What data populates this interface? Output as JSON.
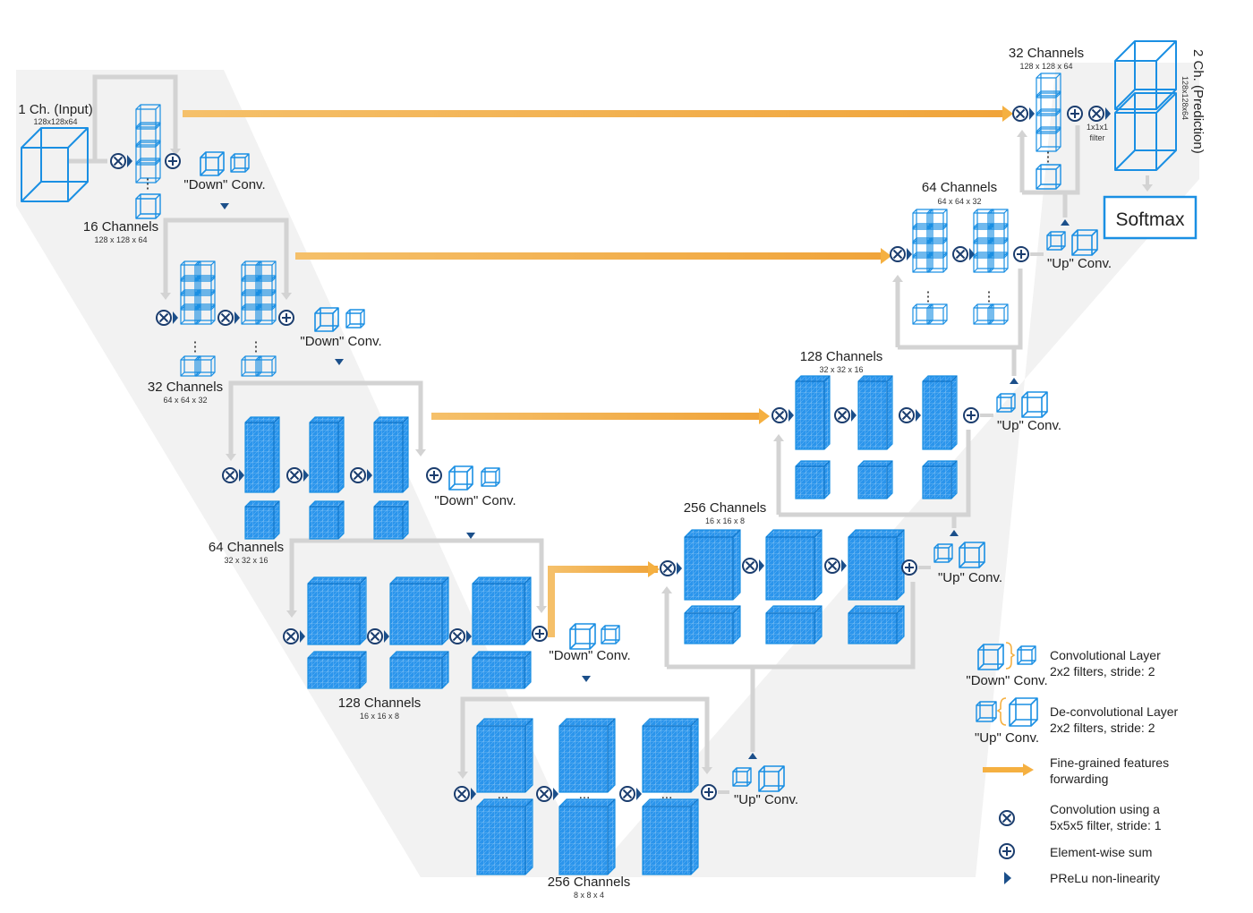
{
  "input": {
    "title": "1 Ch. (Input)",
    "dims": "128x128x64"
  },
  "output": {
    "title": "2 Ch. (Prediction)",
    "dims": "128x128x64",
    "softmax": "Softmax",
    "filter_label": "1x1x1\nfilter"
  },
  "encoder": [
    {
      "channels": "16 Channels",
      "dims": "128 x 128 x 64",
      "down_label": "\"Down\" Conv."
    },
    {
      "channels": "32 Channels",
      "dims": "64 x 64 x 32",
      "down_label": "\"Down\" Conv."
    },
    {
      "channels": "64 Channels",
      "dims": "32 x 32 x 16",
      "down_label": "\"Down\" Conv."
    },
    {
      "channels": "128 Channels",
      "dims": "16 x 16 x 8",
      "down_label": "\"Down\" Conv."
    }
  ],
  "bottom": {
    "channels": "256 Channels",
    "dims": "8 x 8 x 4",
    "up_label": "\"Up\" Conv.",
    "ellipsis": "..."
  },
  "decoder": [
    {
      "channels": "256 Channels",
      "dims": "16 x 16 x 8",
      "up_label": "\"Up\" Conv."
    },
    {
      "channels": "128 Channels",
      "dims": "32 x 32 x 16",
      "up_label": "\"Up\" Conv."
    },
    {
      "channels": "64 Channels",
      "dims": "64 x 64 x 32",
      "up_label": "\"Up\" Conv."
    },
    {
      "channels": "32 Channels",
      "dims": "128 x 128 x 64"
    }
  ],
  "legend": {
    "conv_layer": {
      "title": "Convolutional Layer",
      "detail": "2x2 filters, stride: 2",
      "caption": "\"Down\" Conv."
    },
    "deconv_layer": {
      "title": "De-convolutional Layer",
      "detail": "2x2 filters, stride: 2",
      "caption": "\"Up\" Conv."
    },
    "forwarding": {
      "title": "Fine-grained features",
      "detail": "forwarding"
    },
    "convolution": {
      "title": "Convolution using a",
      "detail": "5x5x5 filter, stride: 1"
    },
    "sum": {
      "title": "Element-wise sum"
    },
    "prelu": {
      "title": "PReLu non-linearity"
    }
  },
  "colors": {
    "accent": "#1a8fe3",
    "forward": "#f5b041",
    "connector": "#d3d3d3",
    "panel": "#f2f2f2",
    "marker": "#1b4f8a"
  }
}
